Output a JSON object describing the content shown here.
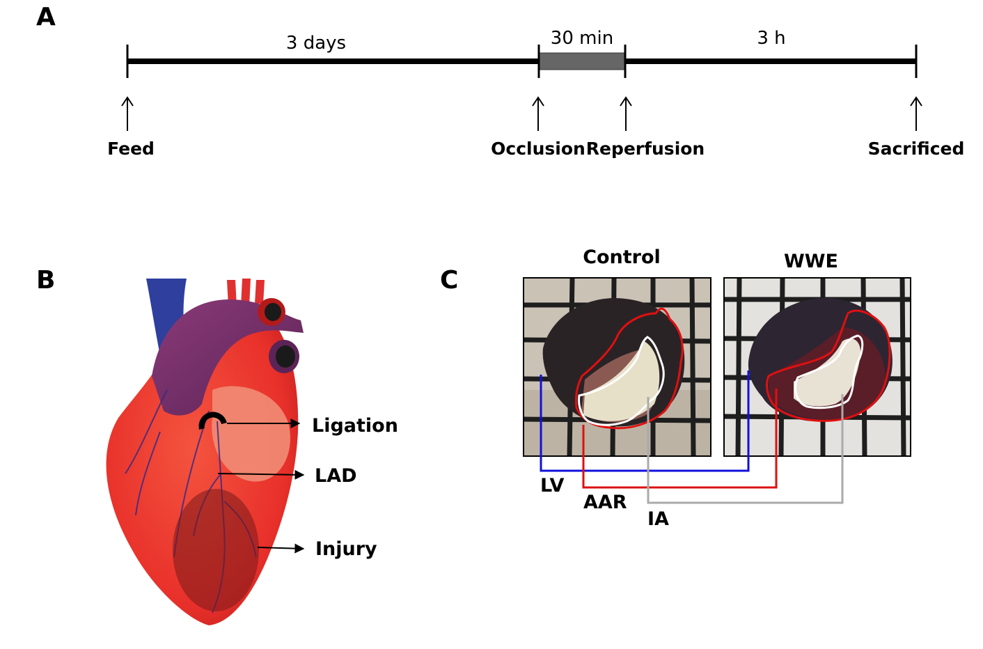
{
  "panels": {
    "a": {
      "letter": "A"
    },
    "b": {
      "letter": "B"
    },
    "c": {
      "letter": "C"
    }
  },
  "timeline": {
    "segments": {
      "feed_period": "3 days",
      "occlusion_period": "30 min",
      "reperfusion_period": "3 h"
    },
    "events": {
      "feed": "Feed",
      "occlusion": "Occlusion",
      "reperfusion": "Reperfusion",
      "sacrificed": "Sacrificed"
    }
  },
  "heart": {
    "labels": {
      "ligation": "Ligation",
      "lad": "LAD",
      "injury": "Injury"
    }
  },
  "sections": {
    "control_title": "Control",
    "wwe_title": "WWE",
    "legend": {
      "lv": "LV",
      "aar": "AAR",
      "ia": "IA"
    },
    "colors": {
      "lv": "#1010dd",
      "aar": "#dd1010",
      "ia": "#aaaaaa"
    }
  }
}
